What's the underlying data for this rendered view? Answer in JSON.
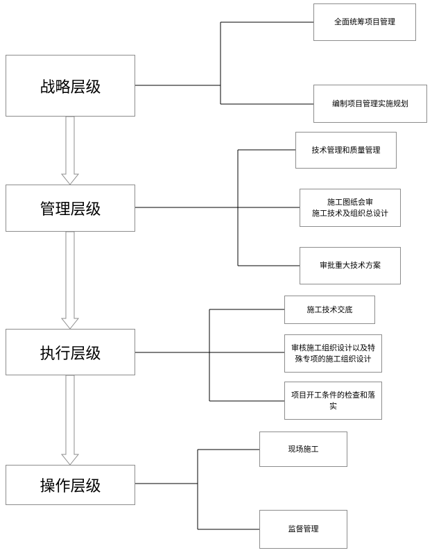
{
  "levels": [
    {
      "label": "战略层级",
      "tasks": [
        "全面统筹项目管理",
        "编制项目管理实施规划"
      ]
    },
    {
      "label": "管理层级",
      "tasks": [
        "技术管理和质量管理",
        "施工图纸会审\n施工技术及组织总设计",
        "审批重大技术方案"
      ]
    },
    {
      "label": "执行层级",
      "tasks": [
        "施工技术交底",
        "审核施工组织设计以及特殊专项的施工组织设计",
        "项目开工条件的检查和落实"
      ]
    },
    {
      "label": "操作层级",
      "tasks": [
        "现场施工",
        "监督管理"
      ]
    }
  ],
  "colors": {
    "border": "#8c8c8c",
    "line": "#000000",
    "arrow": "#8c8c8c"
  }
}
